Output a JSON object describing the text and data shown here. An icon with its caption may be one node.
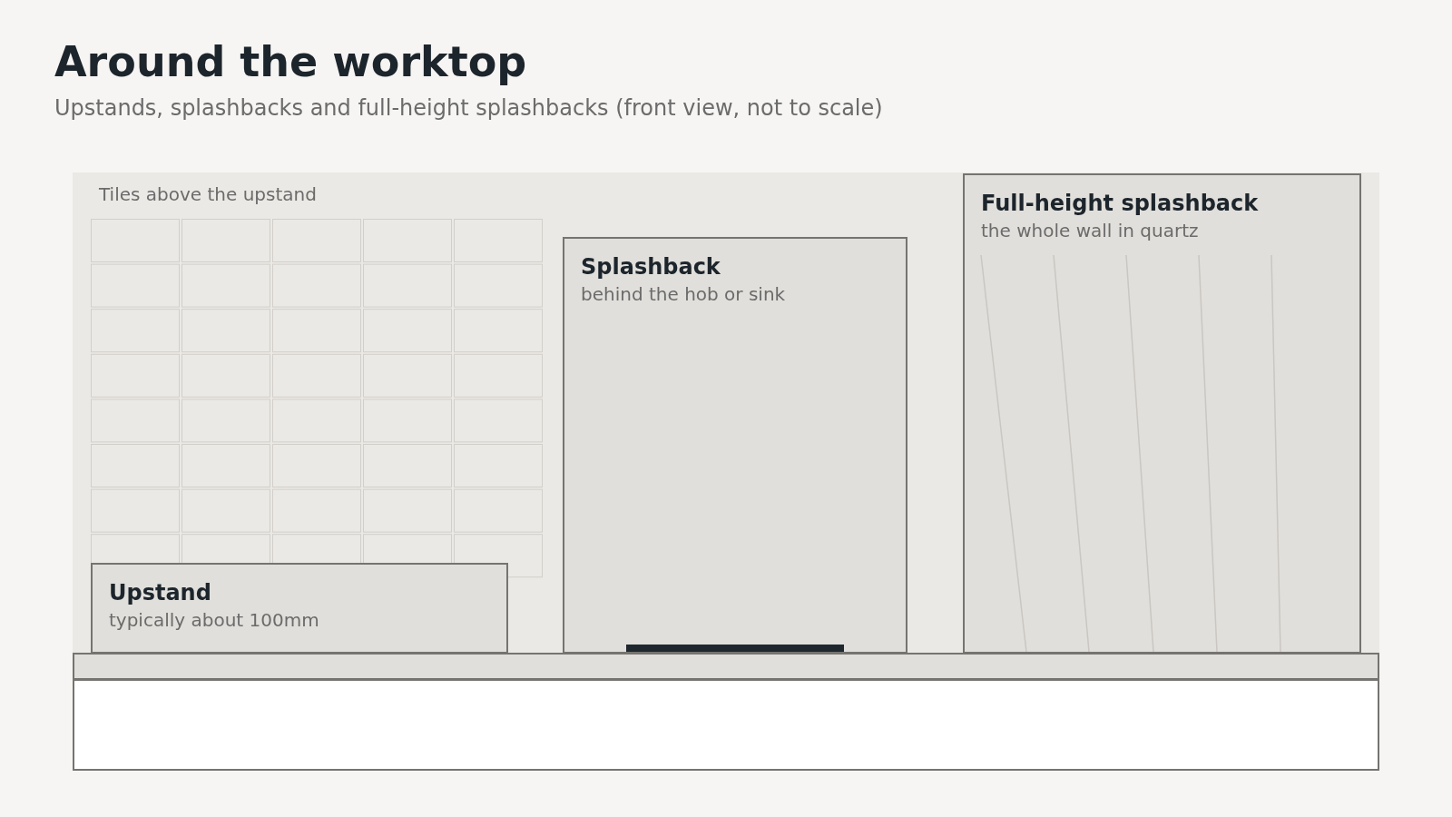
{
  "diagram": {
    "title": "Around the worktop",
    "nodes": [
      {
        "text": [
          "Upstand",
          "typically about 100mm"
        ]
      },
      {
        "text": [
          "Splashback",
          "behind the hob or sink"
        ]
      },
      {
        "text": [
          "Full-height splashback",
          "the whole wall in quartz"
        ]
      },
      {
        "text": [],
        "shape": "bar"
      },
      {
        "text": [],
        "shape": "box"
      }
    ],
    "labels": [
      "Upstands, splashbacks and full-height splashbacks (front view, not to scale)",
      "Tiles above the upstand"
    ]
  }
}
